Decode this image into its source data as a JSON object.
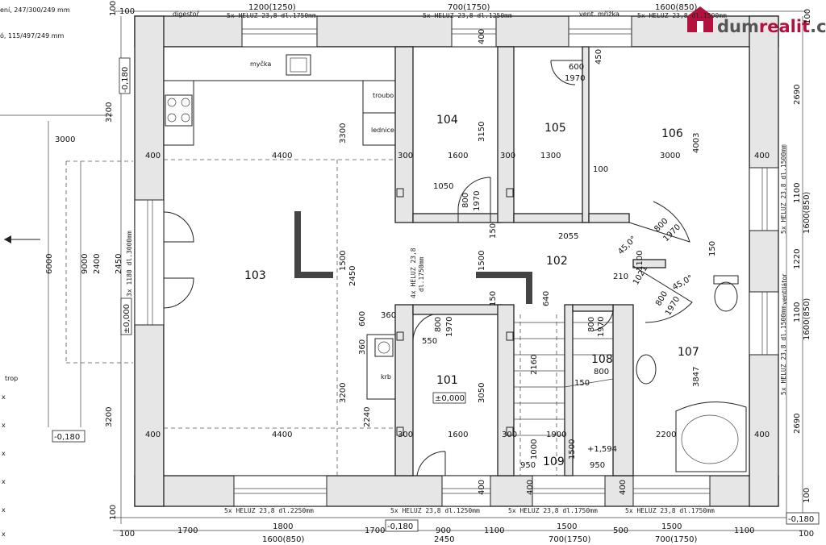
{
  "logo": {
    "part1": "dum",
    "part2": "realit",
    "part3": ".cz"
  },
  "notes": {
    "top1": "ení, 247/300/249 mm",
    "top2": "ó, 115/497/249 mm",
    "legend_title": "trop"
  },
  "rooms": {
    "r101": "101",
    "r102": "102",
    "r103": "103",
    "r104": "104",
    "r105": "105",
    "r106": "106",
    "r107": "107",
    "r108": "108",
    "r109": "109"
  },
  "labels": {
    "digestor": "digestoř",
    "vent": "vent. mřížka",
    "mycka": "myčka",
    "troubo": "troubo",
    "lednice": "lednice",
    "krb": "krb",
    "ventilator": "ventilátor",
    "level0_101": "±0,000",
    "level0_103": "±0,000",
    "level_stair": "+1,594",
    "lv_180_a": "-0,180",
    "lv_180_b": "-0,180",
    "lv_180_c": "-0,180",
    "lv_180_d": "-0,180"
  },
  "lintels": {
    "top1": "5x HELUZ 23,8 dl.1750mm",
    "top2": "5x HELUZ 23,8 dl.1250mm",
    "top3": "5x HELUZ 23,8 dl.1500mm",
    "bot1": "5x HELUZ 23,8 dl.2250mm",
    "bot2": "5x HELUZ 23,8 dl.1250mm",
    "bot3": "5x HELUZ 23,8 dl.1750mm",
    "bot4": "5x HELUZ 23,8 dl.1750mm",
    "right1": "5x HELUZ 23,8 dl.1500mm",
    "right2": "5x HELUZ 23,8 dl.1500mm",
    "left1": "3x 1180 dl.3000mm",
    "mid1": "4x HELUZ 23,8",
    "mid2": "dl.1750mm"
  },
  "dims": {
    "top": [
      "100",
      "1200(1250)",
      "700(1750)",
      "1600(850)",
      "100"
    ],
    "bottom1": [
      "100",
      "1700",
      "1800",
      "1700",
      "900",
      "1100",
      "1500",
      "500",
      "1500",
      "1100",
      "100"
    ],
    "bottom2": [
      "1600(850)",
      "2450",
      "700(1750)",
      "700(1750)"
    ],
    "left": [
      "100",
      "3200",
      "2400",
      "2450",
      "3200",
      "100",
      "3000",
      "6000",
      "9000"
    ],
    "right": [
      "2690",
      "1100",
      "1600(850)",
      "1220",
      "1100",
      "1600(850)",
      "2690",
      "100"
    ],
    "inner": {
      "d4400a": "4400",
      "d4400b": "4400",
      "d3300": "3300",
      "d3200": "3200",
      "d1500a": "1500",
      "d2450": "2450",
      "d2240": "2240",
      "d400a": "400",
      "d400b": "400",
      "d400c": "400",
      "d400d": "400",
      "d400e": "400",
      "d400f": "400",
      "d400g": "400",
      "d400h": "400",
      "d300a": "300",
      "d300b": "300",
      "d300c": "300",
      "d300d": "300",
      "d1600a": "1600",
      "d1600b": "1600",
      "d3150": "3150",
      "d1050": "1050",
      "d800a": "800",
      "d1970a": "1970",
      "d1300": "1300",
      "d100": "100",
      "d3000": "3000",
      "d4003": "4003",
      "d600a": "600",
      "d1970b": "1970",
      "d450": "450",
      "d2055": "2055",
      "d150a": "150",
      "d150b": "150",
      "d150c": "150",
      "d1500b": "1500",
      "d800b": "800",
      "d1970c": "1970",
      "d45a": "45,0°",
      "d45b": "45,0°",
      "d1100": "1100",
      "d1021": "1021",
      "d210": "210",
      "d800c": "800",
      "d1970d": "1970",
      "d360a": "360",
      "d600b": "600",
      "d360b": "360",
      "d800d": "800",
      "d1970e": "1970",
      "d550": "550",
      "d3050": "3050",
      "d2160": "2160",
      "d640": "640",
      "d800e": "800",
      "d1970f": "1970",
      "d150d": "150",
      "d3847": "3847",
      "d1900": "1900",
      "d2200": "2200",
      "d1000": "1000",
      "d950a": "950",
      "d950b": "950",
      "d800f": "800",
      "d1500c": "1500"
    }
  },
  "legend_marks": [
    "x",
    "x",
    "x",
    "x",
    "x",
    "x",
    "x"
  ]
}
